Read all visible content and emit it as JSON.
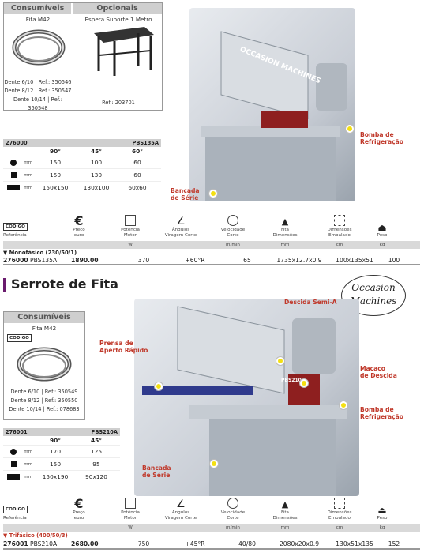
{
  "top": {
    "consumables": {
      "title": "Consumíveis",
      "blade": "Fita M42",
      "refs": [
        "Dente 6/10 | Ref.: 350546",
        "Dente 8/12 | Ref.: 350547",
        "Dente 10/14 | Ref.: 350548"
      ]
    },
    "optionals": {
      "title": "Opcionais",
      "item": "Espera Suporte 1 Metro",
      "ref": "Ref.: 203701"
    },
    "spec": {
      "code": "276000",
      "model": "PBS135A",
      "angles": [
        "90°",
        "45°",
        "60°"
      ],
      "rows": [
        {
          "unit": "mm",
          "v": [
            "150",
            "100",
            "60"
          ]
        },
        {
          "unit": "mm",
          "v": [
            "150",
            "130",
            "60"
          ]
        },
        {
          "unit": "mm",
          "v": [
            "150x150",
            "130x100",
            "60x60"
          ]
        }
      ]
    },
    "callouts": {
      "pump": [
        "Bomba de",
        "Refrigeração"
      ],
      "bench": [
        "Bancada",
        "de Série"
      ]
    },
    "machine_text": "OCCASION MACHINES",
    "footer": {
      "power": "Monofásico (230/50/1)",
      "row": [
        "276000",
        "PBS135A",
        "1890.00",
        "370",
        "+60°R",
        "65",
        "1735x12.7x0.9",
        "100x135x51",
        "100"
      ]
    }
  },
  "headers": {
    "icons": [
      "Referência",
      "Preço",
      "Potência",
      "Ângulos",
      "Velocidade",
      "Fita",
      "Dimensões",
      "Peso"
    ],
    "icons2": [
      "",
      "euro",
      "Motor",
      "Viragem Corte",
      "Corte",
      "Dimensões",
      "Embalado",
      ""
    ],
    "units": [
      "",
      "",
      "W",
      "",
      "m/min",
      "mm",
      "cm",
      "kg"
    ],
    "codigo": "CODIGO"
  },
  "section_title": "Serrote de Fita",
  "stamp": [
    "Occasion",
    "Machines"
  ],
  "bottom": {
    "consumables": {
      "title": "Consumíveis",
      "blade": "Fita M42",
      "refs": [
        "Dente 6/10 | Ref.: 350549",
        "Dente 8/12 | Ref.: 350550",
        "Dente 10/14 | Ref.: 078683"
      ]
    },
    "spec": {
      "code": "276001",
      "model": "PBS210A",
      "angles": [
        "90°",
        "45°"
      ],
      "rows": [
        {
          "unit": "mm",
          "v": [
            "170",
            "125"
          ]
        },
        {
          "unit": "mm",
          "v": [
            "150",
            "95"
          ]
        },
        {
          "unit": "mm",
          "v": [
            "150x190",
            "90x120"
          ]
        }
      ]
    },
    "callouts": {
      "descent": "Descida Semi-A",
      "clamp": [
        "Prensa de",
        "Aperto Rápido"
      ],
      "jack": [
        "Macaco",
        "de Descida"
      ],
      "pump": [
        "Bomba de",
        "Refrigeração"
      ],
      "bench": [
        "Bancada",
        "de Série"
      ]
    },
    "machine_label": "PBS210",
    "footer": {
      "power": "Trifásico (400/50/3)",
      "row": [
        "276001",
        "PBS210A",
        "2680.00",
        "750",
        "+45°R",
        "40/80",
        "2080x20x0.9",
        "130x51x135",
        "152"
      ]
    }
  },
  "colors": {
    "accent": "#c0392b",
    "title_bar": "#6a1b6d",
    "dot": "#f4e012"
  }
}
